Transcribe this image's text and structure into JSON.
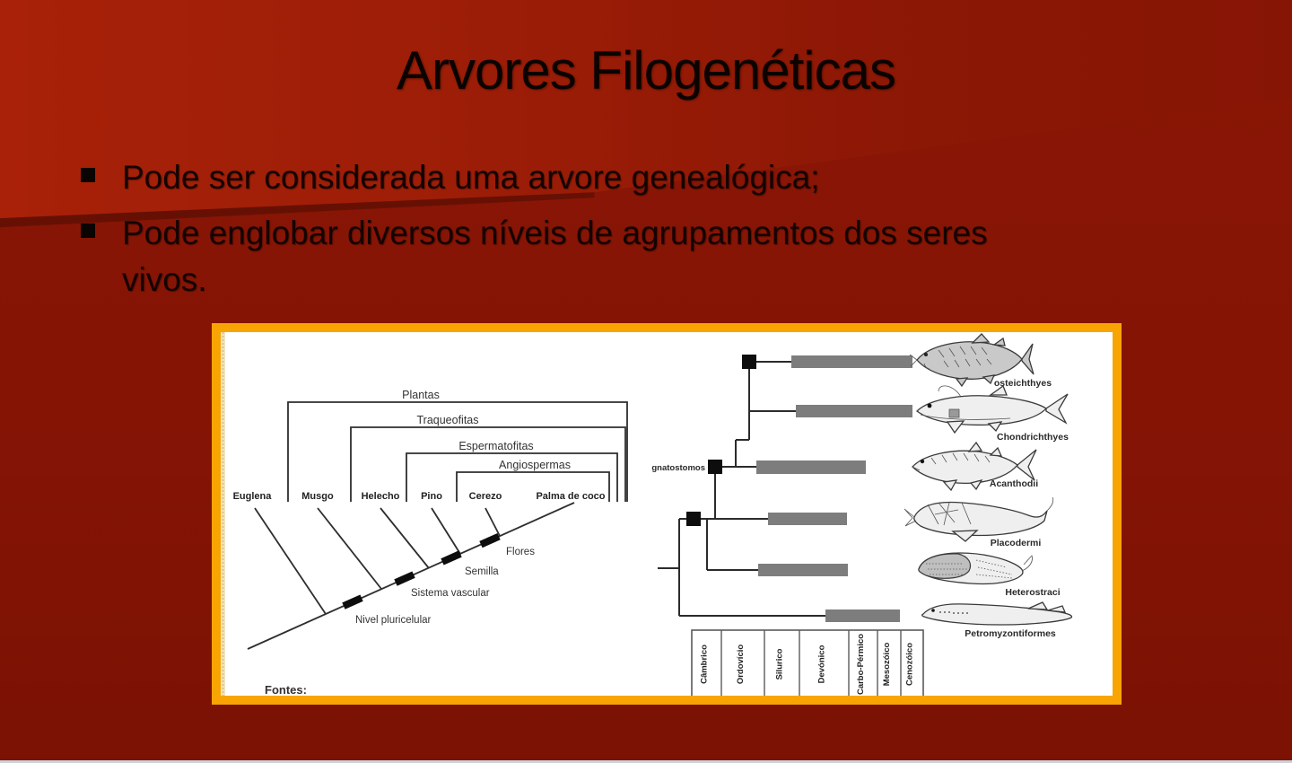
{
  "slide": {
    "title": "Arvores Filogenéticas",
    "bullets": [
      "Pode ser considerada uma arvore genealógica;",
      "Pode englobar diversos níveis de agrupamentos dos seres vivos."
    ]
  },
  "figure": {
    "source_label": "Fontes:",
    "plant_cladogram": {
      "clade_labels": [
        "Plantas",
        "Traqueofitas",
        "Espermatofitas",
        "Angiospermas"
      ],
      "taxa": [
        "Euglena",
        "Musgo",
        "Helecho",
        "Pino",
        "Cerezo",
        "Palma de coco"
      ],
      "trait_labels": [
        "Flores",
        "Semilla",
        "Sistema vascular",
        "Nivel pluricelular"
      ]
    },
    "fish_cladogram": {
      "ancestor_label": "gnatostomos",
      "taxa": [
        "osteichthyes",
        "Chondrichthyes",
        "Acanthodii",
        "Placodermi",
        "Heterostraci",
        "Petromyzontiformes"
      ],
      "periods": [
        "Câmbrico",
        "Ordovício",
        "Silurico",
        "Devónico",
        "Carbo-Pérmico",
        "Mesozóico",
        "Cenozóico"
      ]
    }
  },
  "colors": {
    "background_top": "#a82108",
    "background_base": "#851405",
    "frame_border": "#f8a402",
    "frame_inner_strip": "#f0e3c0",
    "range_bar": "#7d7d7d",
    "node_square": "#0d0d0d",
    "text": "#140300",
    "bottom_strip": "#cdd2da"
  }
}
